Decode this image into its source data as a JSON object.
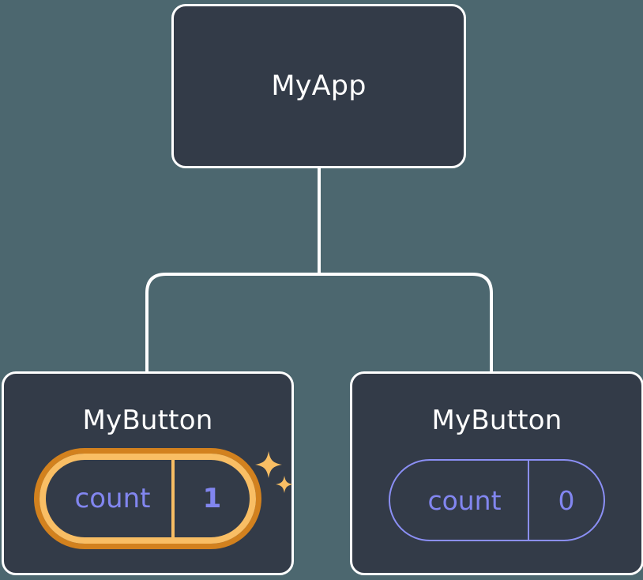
{
  "diagram": {
    "type": "component-tree",
    "background_color": "#4c676f",
    "card_fill_color": "#333b48",
    "card_border_color": "#ffffff",
    "connector_color": "#ffffff",
    "state_accent_color": "#8286f0",
    "highlight_outer_color": "#d2811e",
    "highlight_inner_color": "#f9be64",
    "sparkle_color": "#f9be64"
  },
  "root": {
    "title": "MyApp"
  },
  "children": [
    {
      "title": "MyButton",
      "state": {
        "key": "count",
        "value": "1"
      },
      "highlighted": true,
      "sparkle_icons": [
        "sparkle-large-icon",
        "sparkle-small-icon"
      ]
    },
    {
      "title": "MyButton",
      "state": {
        "key": "count",
        "value": "0"
      },
      "highlighted": false,
      "sparkle_icons": []
    }
  ]
}
